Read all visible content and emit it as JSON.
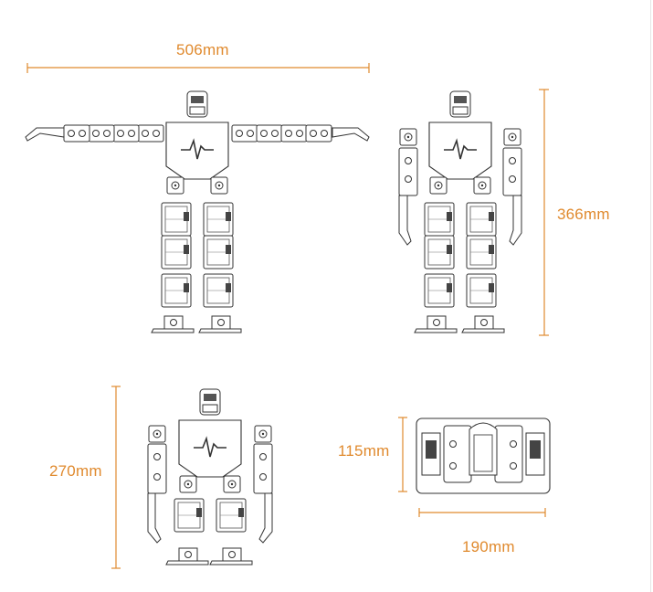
{
  "colors": {
    "accent": "#e08a2e",
    "line": "#3a3a3a",
    "background": "#ffffff"
  },
  "dimensions": {
    "arms_out_width": "506mm",
    "standing_height": "366mm",
    "crouch_height": "270mm",
    "folded_height": "115mm",
    "folded_width": "190mm"
  },
  "views": [
    {
      "name": "arms-spread-front-view"
    },
    {
      "name": "standing-front-view"
    },
    {
      "name": "crouched-front-view"
    },
    {
      "name": "folded-top-view"
    }
  ]
}
